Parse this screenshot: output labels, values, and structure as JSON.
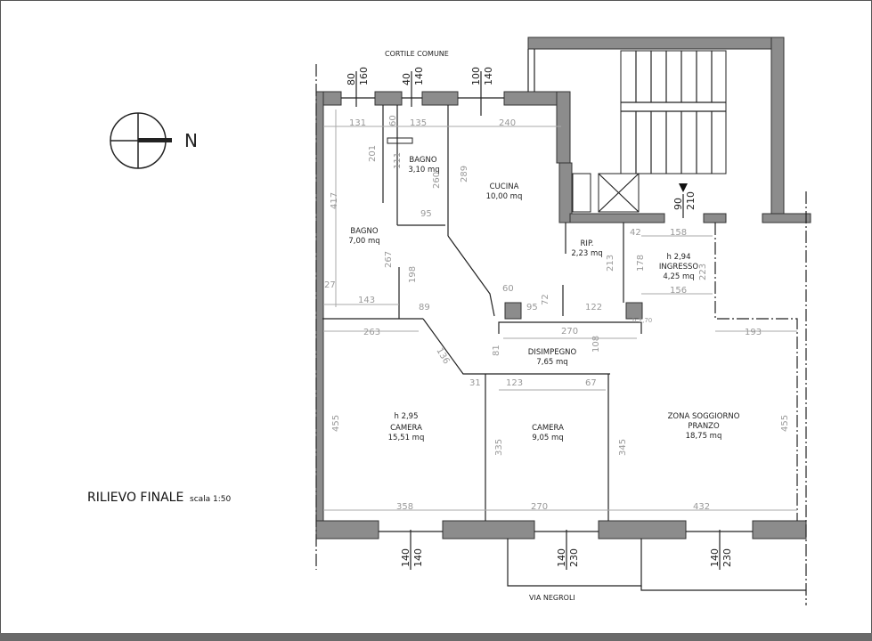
{
  "title": {
    "main": "RILIEVO FINALE",
    "scale": "scala 1:50"
  },
  "compass": {
    "label": "N",
    "icon": "north-arrow-icon"
  },
  "streets": {
    "top": "CORTILE COMUNE",
    "bottom": "VIA NEGROLI"
  },
  "rooms": [
    {
      "name": "BAGNO",
      "area": "3,10 mq"
    },
    {
      "name": "CUCINA",
      "area": "10,00 mq"
    },
    {
      "name": "BAGNO",
      "area": "7,00 mq"
    },
    {
      "name": "RIP.",
      "area": "2,23 mq"
    },
    {
      "name": "INGRESSO",
      "area": "4,25 mq",
      "height": "h 2,94"
    },
    {
      "name": "DISIMPEGNO",
      "area": "7,65 mq"
    },
    {
      "name": "CAMERA",
      "area": "15,51 mq",
      "height": "h 2,95"
    },
    {
      "name": "CAMERA",
      "area": "9,05 mq"
    },
    {
      "name": "ZONA SOGGIORNO",
      "name2": "PRANZO",
      "area": "18,75 mq"
    }
  ],
  "openings": [
    {
      "w": "80",
      "h": "160"
    },
    {
      "w": "40",
      "h": "140"
    },
    {
      "w": "100",
      "h": "140"
    },
    {
      "w": "90",
      "h": "210"
    },
    {
      "w": "140",
      "h": "140"
    },
    {
      "w": "140",
      "h": "230"
    },
    {
      "w": "140",
      "h": "230"
    }
  ],
  "dimensions": [
    "131",
    "135",
    "240",
    "60",
    "201",
    "111",
    "260",
    "289",
    "95",
    "417",
    "267",
    "198",
    "27",
    "143",
    "89",
    "60",
    "95",
    "72",
    "122",
    "213",
    "42",
    "158",
    "178",
    "223",
    "156",
    "270",
    "193",
    "263",
    "136",
    "81",
    "108",
    "31",
    "123",
    "67",
    "455",
    "335",
    "345",
    "455",
    "358",
    "270",
    "432"
  ],
  "small_height_note": "h 2,70"
}
